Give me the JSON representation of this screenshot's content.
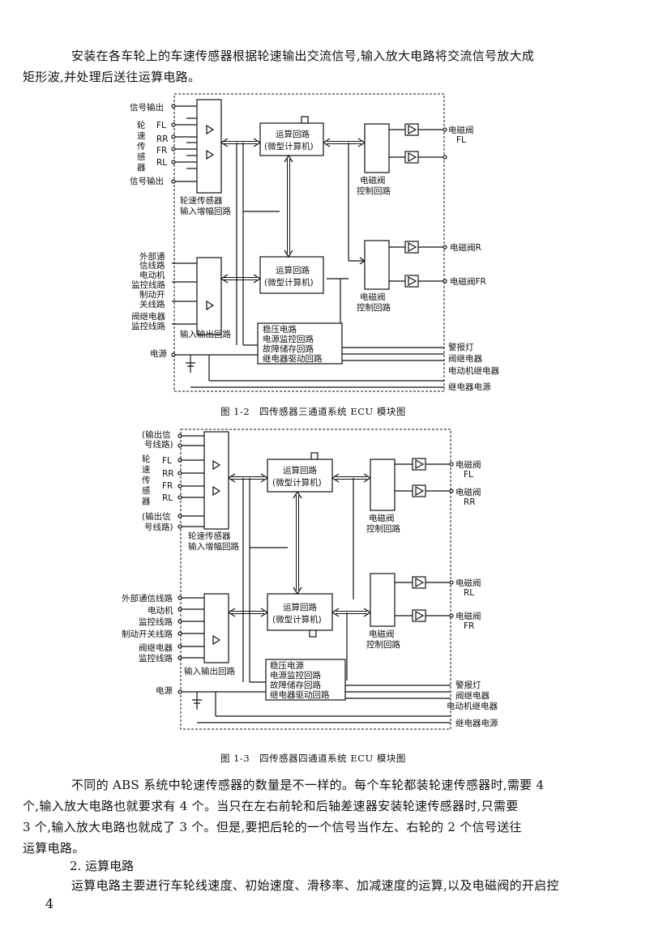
{
  "intro": {
    "line1": "安装在各车轮上的车速传感器根据轮速输出交流信号,输入放大电路将交流信号放大成",
    "line2": "矩形波,并处理后送往运算电路。"
  },
  "fig1": {
    "caption": "图 1-2　四传感器三通道系统 ECU 模块图",
    "left_labels": {
      "sig_out_top": "信号输出",
      "sensor_v": [
        "轮",
        "速",
        "传",
        "感",
        "器"
      ],
      "fl": "FL",
      "rr": "RR",
      "fr": "FR",
      "rl": "RL",
      "sig_out_bottom": "信号输出",
      "io": [
        "外部通",
        "信线路",
        "电动机",
        "监控线路",
        "制动开",
        "关线路",
        "阀继电器",
        "监控线路"
      ],
      "power": "电源"
    },
    "blocks": {
      "sensor_amp": [
        "轮速传感器",
        "输入增幅回路"
      ],
      "cpu1": [
        "运算回路",
        "(微型计算机)"
      ],
      "cpu2": [
        "运算回路",
        "(微型计算机)"
      ],
      "valve_ctrl1": [
        "电磁阀",
        "控制回路"
      ],
      "valve_ctrl2": [
        "电磁阀",
        "控制回路"
      ],
      "io_circuit": "输入输出回路",
      "power_block": [
        "稳压电路",
        "电源监控回路",
        "故障储存回路",
        "继电器驱动回路"
      ]
    },
    "right_labels": {
      "valve_fl": [
        "电磁阀",
        "FL"
      ],
      "valve_r": "电磁阀R",
      "valve_fr": "电磁阀FR",
      "warn": "警报灯",
      "relay": "阀继电器",
      "motor": "电动机继电器",
      "relay_power": "继电器电源"
    }
  },
  "fig2": {
    "caption": "图 1-3　四传感器四通道系统 ECU 模块图",
    "left_labels": {
      "sig_out_top": [
        "(输出信",
        "号线路)"
      ],
      "sensor_v": [
        "轮",
        "速",
        "传",
        "感",
        "器"
      ],
      "fl": "FL",
      "rr": "RR",
      "fr": "FR",
      "rl": "RL",
      "sig_out_bottom": [
        "(输出信",
        "号线路)"
      ],
      "io": [
        "外部通信线路",
        "电动机",
        "监控线路",
        "制动开关线路",
        "阀继电器",
        "监控线路"
      ],
      "power": "电源"
    },
    "blocks": {
      "sensor_amp": [
        "轮速传感器",
        "输入增幅回路"
      ],
      "cpu1": [
        "运算回路",
        "(微型计算机)"
      ],
      "cpu2": [
        "运算回路",
        "(微型计算机)"
      ],
      "valve_ctrl1": [
        "电磁阀",
        "控制回路"
      ],
      "valve_ctrl2": [
        "电磁阀",
        "控制回路"
      ],
      "io_circuit": "输入输出回路",
      "power_block": [
        "稳压电源",
        "电源监控回路",
        "故障储存回路",
        "继电器驱动回路"
      ]
    },
    "right_labels": {
      "valve_fl": [
        "电磁阀",
        "FL"
      ],
      "valve_rr": [
        "电磁阀",
        "RR"
      ],
      "valve_rl": [
        "电磁阀",
        "RL"
      ],
      "valve_fr": [
        "电磁阀",
        "FR"
      ],
      "warn": "警报灯",
      "relay": "阀继电器",
      "motor": "电动机继电器",
      "relay_power": "继电器电源"
    }
  },
  "body": {
    "line1": "不同的 ABS 系统中轮速传感器的数量是不一样的。每个车轮都装轮速传感器时,需要 4",
    "line2": "个,输入放大电路也就要求有 4 个。当只在左右前轮和后轴差速器安装轮速传感器时,只需要",
    "line3": "3 个,输入放大电路也就成了 3 个。但是,要把后轮的一个信号当作左、右轮的 2 个信号送往",
    "line4": "运算电路。",
    "heading": "2. 运算电路",
    "line5": "运算电路主要进行车轮线速度、初始速度、滑移率、加减速度的运算,以及电磁阀的开启控"
  },
  "page_number": "4"
}
